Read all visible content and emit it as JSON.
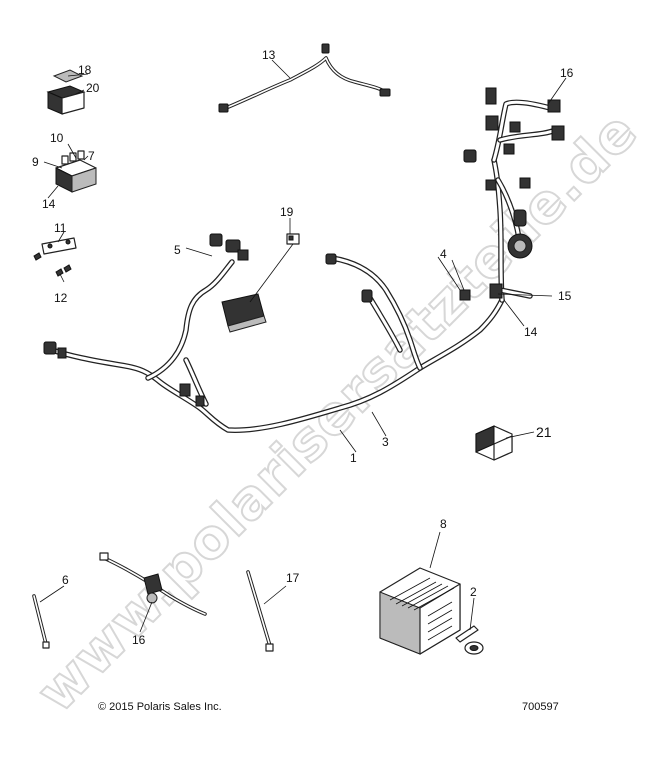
{
  "watermark": "www.polarisersatzteile.de",
  "copyright": "© 2015 Polaris Sales Inc.",
  "diagram_number": "700597",
  "callouts": {
    "c1": "1",
    "c2": "2",
    "c3": "3",
    "c4": "4",
    "c5": "5",
    "c6": "6",
    "c7": "7",
    "c8": "8",
    "c9": "9",
    "c10": "10",
    "c11": "11",
    "c12": "12",
    "c13": "13",
    "c14a": "14",
    "c14b": "14",
    "c15": "15",
    "c16a": "16",
    "c16b": "16",
    "c17": "17",
    "c18": "18",
    "c19": "19",
    "c20": "20",
    "c21": "21"
  }
}
